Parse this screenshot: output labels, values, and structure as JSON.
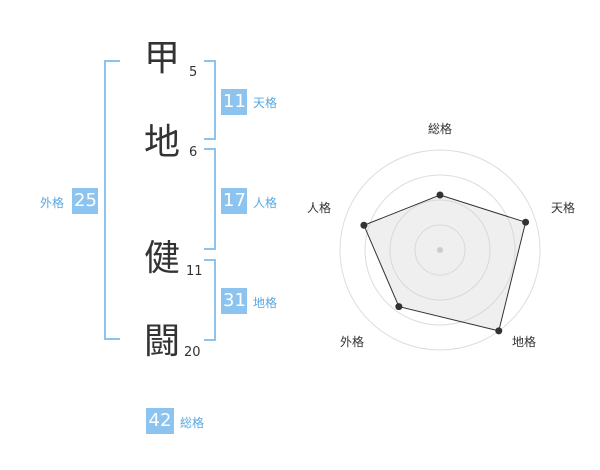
{
  "name_chars": [
    {
      "char": "甲",
      "strokes": "5"
    },
    {
      "char": "地",
      "strokes": "6"
    },
    {
      "char": "健",
      "strokes": "11"
    },
    {
      "char": "闘",
      "strokes": "20"
    }
  ],
  "kakusu": {
    "tenkaku": {
      "value": "11",
      "label": "天格"
    },
    "jinkaku": {
      "value": "17",
      "label": "人格"
    },
    "chikaku": {
      "value": "31",
      "label": "地格"
    },
    "gaikaku": {
      "value": "25",
      "label": "外格"
    },
    "soukaku": {
      "value": "42",
      "label": "総格"
    }
  },
  "colors": {
    "accent": "#8cc4ef",
    "label_accent": "#5aa7e0",
    "text": "#333333"
  },
  "chart_data": {
    "type": "radar",
    "axes": [
      "総格",
      "天格",
      "地格",
      "外格",
      "人格"
    ],
    "values": [
      0.55,
      0.9,
      1.0,
      0.7,
      0.8
    ],
    "rings": 4,
    "max": 1.0,
    "grid": true
  }
}
